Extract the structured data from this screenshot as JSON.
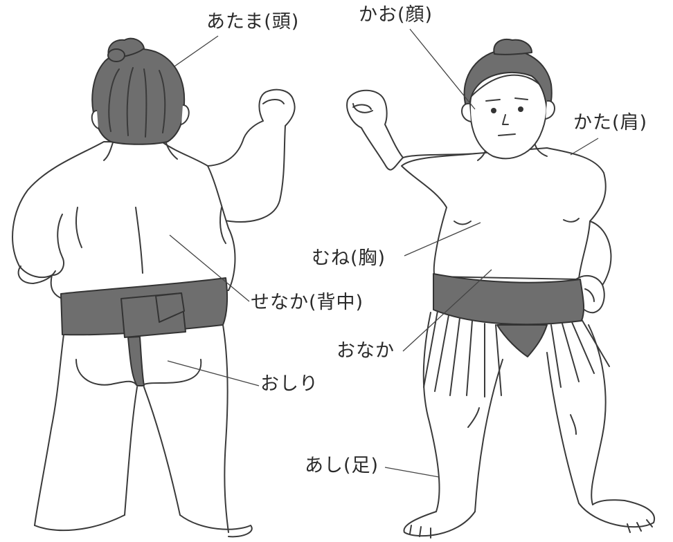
{
  "labels": {
    "atama": "あたま(頭)",
    "kao": "かお(顔)",
    "kata": "かた(肩)",
    "mune": "むね(胸)",
    "senaka": "せなか(背中)",
    "onaka": "おなか",
    "oshiri": "おしり",
    "ashi": "あし(足)"
  },
  "colors": {
    "ink": "#3a3a3a",
    "mawashi": "#6e6e6e",
    "hair": "#6e6e6e",
    "background": "#ffffff"
  }
}
